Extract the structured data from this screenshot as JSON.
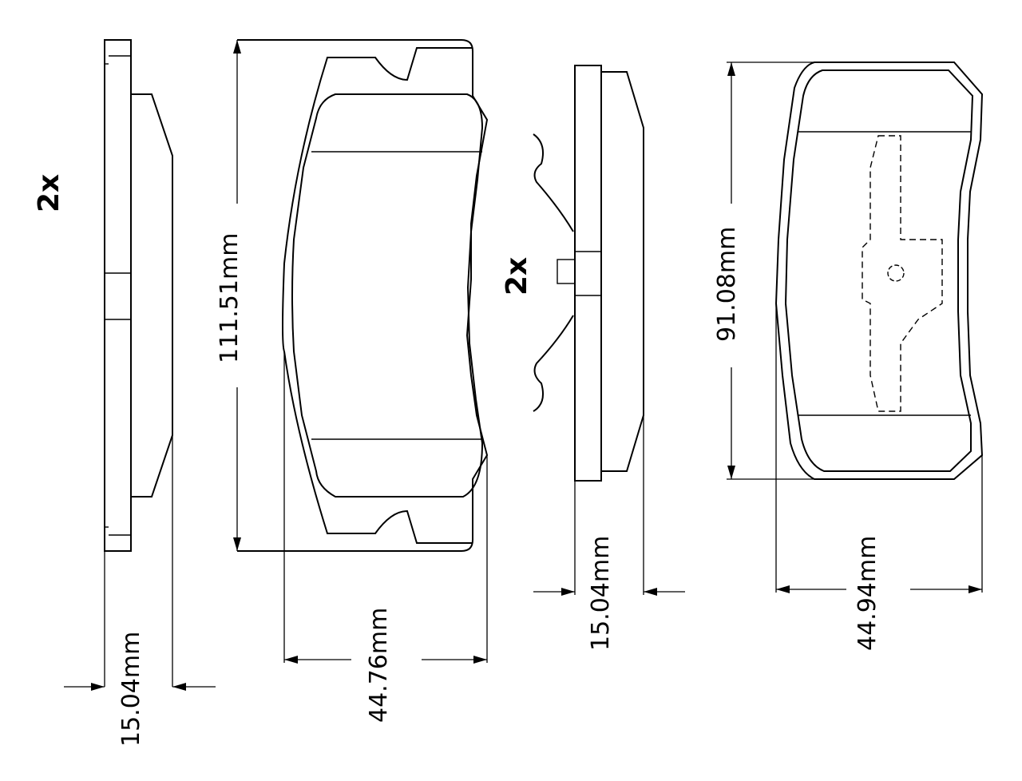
{
  "quantities": {
    "left_pad": "2x",
    "right_pad": "2x"
  },
  "dimensions": {
    "left_pad_thickness": "15.04mm",
    "left_pad_length": "111.51mm",
    "left_pad_width": "44.76mm",
    "right_pad_thickness": "15.04mm",
    "right_pad_length": "91.08mm",
    "right_pad_width": "44.94mm"
  }
}
